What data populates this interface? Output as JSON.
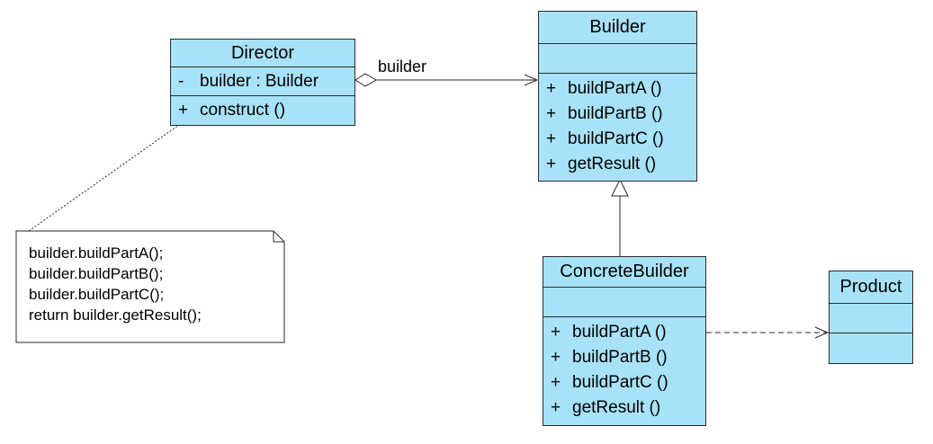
{
  "colors": {
    "class_fill": "#a8e2f8",
    "border": "#2a2a2a",
    "note_fill": "#ffffff"
  },
  "director": {
    "name": "Director",
    "attributes": [
      {
        "vis": "-",
        "text": "builder  : Builder"
      }
    ],
    "operations": [
      {
        "vis": "+",
        "text": "construct ()"
      }
    ]
  },
  "builder": {
    "name": "Builder",
    "operations": [
      {
        "vis": "+",
        "text": "buildPartA ()"
      },
      {
        "vis": "+",
        "text": "buildPartB ()"
      },
      {
        "vis": "+",
        "text": "buildPartC ()"
      },
      {
        "vis": "+",
        "text": "getResult ()"
      }
    ]
  },
  "concrete_builder": {
    "name": "ConcreteBuilder",
    "operations": [
      {
        "vis": "+",
        "text": "buildPartA ()"
      },
      {
        "vis": "+",
        "text": "buildPartB ()"
      },
      {
        "vis": "+",
        "text": "buildPartC ()"
      },
      {
        "vis": "+",
        "text": "getResult ()"
      }
    ]
  },
  "product": {
    "name": "Product"
  },
  "association": {
    "label": "builder"
  },
  "note": {
    "lines": [
      "builder.buildPartA();",
      "builder.buildPartB();",
      "builder.buildPartC();",
      "return builder.getResult();"
    ]
  }
}
